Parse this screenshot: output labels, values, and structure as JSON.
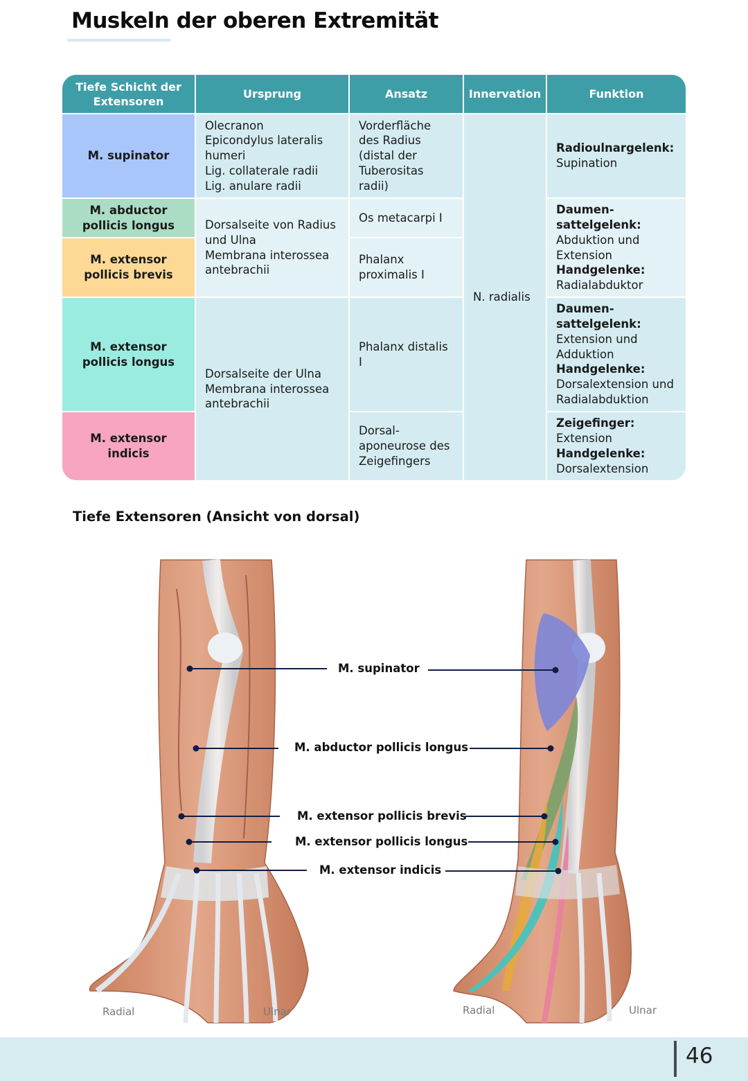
{
  "page": {
    "title": "Muskeln der oberen Extremität",
    "page_number": "46"
  },
  "table": {
    "headers": [
      "Tiefe Schicht der Extensoren",
      "Ursprung",
      "Ansatz",
      "Innervation",
      "Funktion"
    ],
    "muscles": [
      {
        "name": "M. supinator",
        "color": "#a9c6fb"
      },
      {
        "name": "M. abductor pollicis longus",
        "color": "#abdcc4"
      },
      {
        "name": "M. extensor pollicis brevis",
        "color": "#fdd995"
      },
      {
        "name": "M. extensor pollicis longus",
        "color": "#9aece1"
      },
      {
        "name": "M. extensor indicis",
        "color": "#f7a5c1"
      }
    ],
    "ursprung": [
      "Olecranon\nEpicondylus lateralis humeri\nLig. collaterale radii\nLig. anulare radii",
      "Dorsalseite von Radius und Ulna\nMembrana interossea antebrachii",
      "Dorsalseite der Ulna\nMembrana interossea antebrachii"
    ],
    "ansatz": [
      "Vorderfläche des Radius (distal der Tuberositas radii)",
      "Os metacarpi I",
      "Phalanx proximalis I",
      "Phalanx distalis I",
      "Dorsal-\naponeurose des Zeigefingers"
    ],
    "innervation": "N. radialis",
    "funktion": [
      {
        "b1": "Radioulnargelenk:",
        "t1": "Supination"
      },
      {
        "b1": "Daumen-\nsattelgelenk:",
        "t1": "Abduktion und Extension",
        "b2": "Handgelenke:",
        "t2": "Radialabduktor"
      },
      {
        "b1": "Daumen-\nsattelgelenk:",
        "t1": "Extension und Adduktion",
        "b2": "Handgelenke:",
        "t2": "Dorsalextension und Radialabduktion"
      },
      {
        "b1": "Zeigefinger:",
        "t1": "Extension",
        "b2": "Handgelenke:",
        "t2": "Dorsalextension"
      }
    ],
    "colors": {
      "header": "#3e9ea8",
      "body": "#d4ecf1",
      "body_alt": "#e3f2f6"
    }
  },
  "figure": {
    "title": "Tiefe Extensoren (Ansicht von dorsal)",
    "labels": [
      "M. supinator",
      "M. abductor pollicis longus",
      "M. extensor pollicis brevis",
      "M. extensor pollicis longus",
      "M. extensor indicis"
    ],
    "left_radial": "Radial",
    "left_ulnar": "Ulnar",
    "right_radial": "Radial",
    "right_ulnar": "Ulnar"
  }
}
